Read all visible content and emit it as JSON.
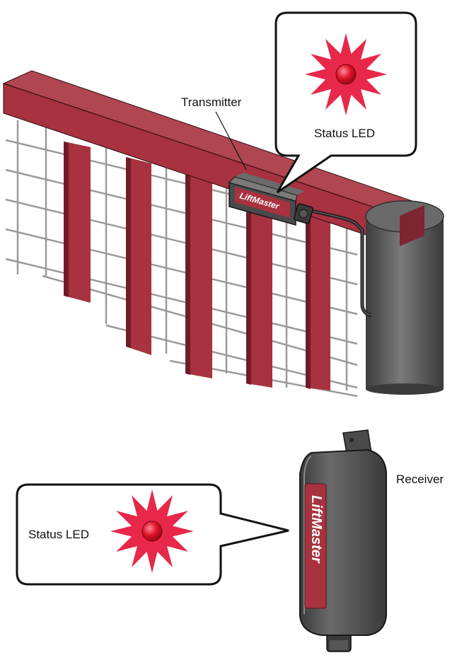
{
  "labels": {
    "transmitter": "Transmitter",
    "receiver": "Receiver",
    "status_led_top": "Status LED",
    "status_led_bottom": "Status LED"
  },
  "brand": {
    "name": "LiftMaster"
  },
  "colors": {
    "gate_red": "#a8323f",
    "gate_red_dark": "#6e1d27",
    "led_burst": "#e8284a",
    "led_core": "#d4101e",
    "post_gray": "#5a5a5a",
    "receiver_body": "#4d4d4d"
  }
}
